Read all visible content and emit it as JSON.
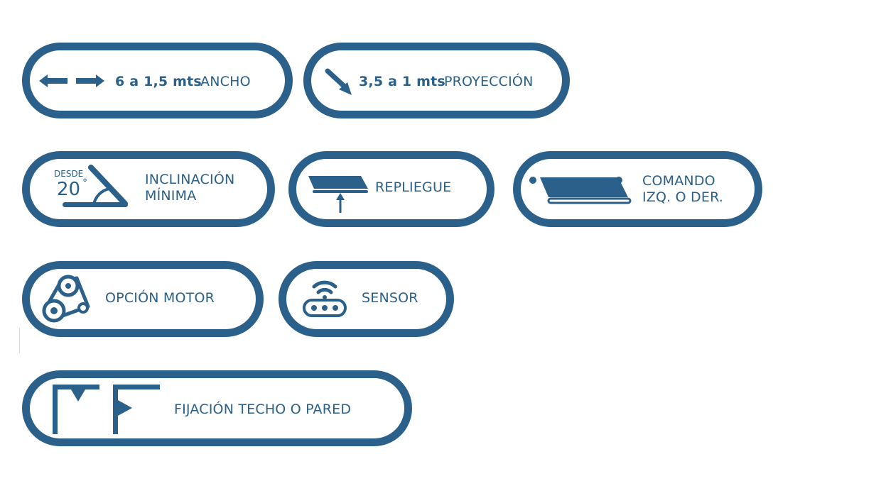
{
  "colors": {
    "primary": "#2a6089",
    "background": "#ffffff"
  },
  "features": {
    "ancho": {
      "value": "6 a 1,5 mts",
      "label": "ANCHO",
      "icon": "left-right-arrows-icon"
    },
    "proyeccion": {
      "value": "3,5 a 1 mts",
      "label": "PROYECCIÓN",
      "icon": "diagonal-arrow-icon"
    },
    "inclinacion": {
      "label_line1": "INCLINACIÓN",
      "label_line2": "MÍNIMA",
      "icon": "angle-icon",
      "icon_text_top": "DESDE",
      "icon_text_angle": "20",
      "icon_text_degree": "°"
    },
    "repliegue": {
      "label": "REPLIEGUE",
      "icon": "retract-icon"
    },
    "comando": {
      "label_line1": "COMANDO",
      "label_line2": "IZQ. O DER.",
      "icon": "command-icon"
    },
    "motor": {
      "label": "OPCIÓN MOTOR",
      "icon": "motor-belt-icon"
    },
    "sensor": {
      "label": "SENSOR",
      "icon": "wifi-sensor-icon"
    },
    "fijacion": {
      "label": "FIJACIÓN TECHO O PARED",
      "icon": "wall-ceiling-mount-icon"
    }
  }
}
